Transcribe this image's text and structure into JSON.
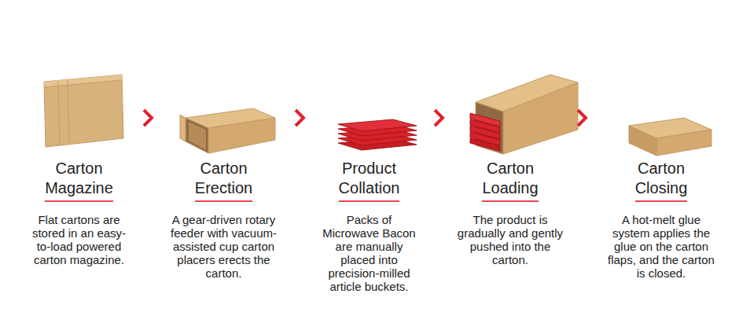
{
  "diagram": {
    "nodes": [
      {
        "text": [
          "Carton Magazine",
          "Flat cartons are stored in an easy-to-load powered carton magazine."
        ]
      },
      {
        "text": [
          "Carton Erection",
          "A gear-driven rotary feeder with vacuum-assisted cup carton placers erects the carton."
        ]
      },
      {
        "text": [
          "Product Collation",
          "Packs of Microwave Bacon are manually placed into precision-milled article buckets."
        ]
      },
      {
        "text": [
          "Carton Loading",
          "The product is gradually and gently pushed into the carton."
        ]
      },
      {
        "text": [
          "Carton Closing",
          "A hot-melt glue system applies the glue on the carton flaps, and the carton is closed."
        ]
      }
    ],
    "edges": [
      {
        "from": 0,
        "to": 1,
        "arrow": "to"
      },
      {
        "from": 1,
        "to": 2,
        "arrow": "to"
      },
      {
        "from": 2,
        "to": 3,
        "arrow": "to"
      },
      {
        "from": 3,
        "to": 4,
        "arrow": "to"
      }
    ]
  }
}
